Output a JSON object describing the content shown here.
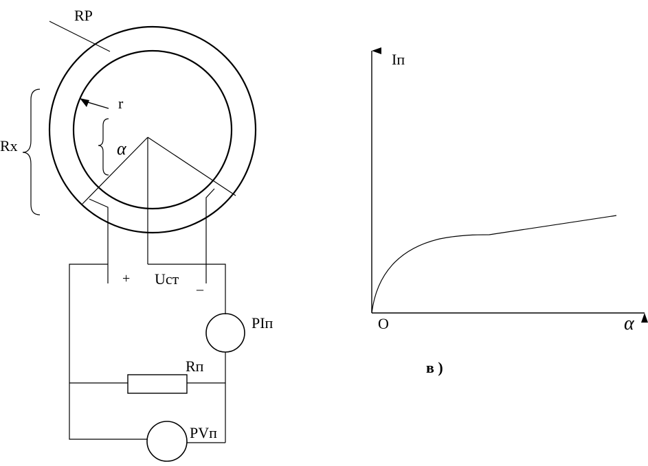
{
  "circuit": {
    "labels": {
      "rp": "RP",
      "r": "r",
      "alpha": "α",
      "rx": "Rx",
      "plus": "+",
      "minus": "_",
      "ust": "Uст",
      "pin": "PIп",
      "rn": "Rп",
      "pvn": "PVп"
    }
  },
  "graph": {
    "ylabel": "Iп",
    "xlabel": "α",
    "origin": "O",
    "caption": "в )"
  }
}
